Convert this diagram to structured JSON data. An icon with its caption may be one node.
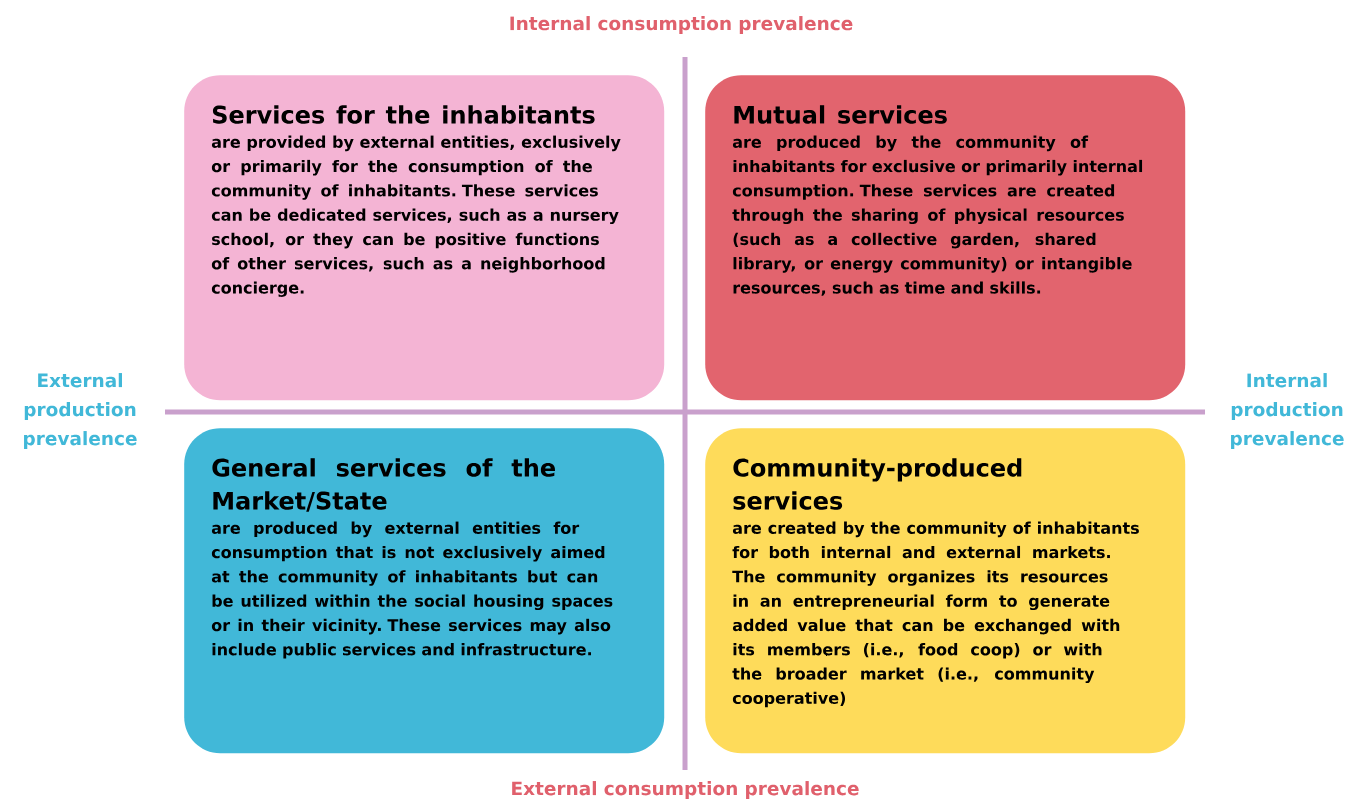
{
  "diagram": {
    "nodes": [
      {
        "text": [
          "Services for the inhabitants",
          "are provided by external entities, exclusively or primarily for the consumption of the community of inhabitants. These services can be dedicated services, such as a nursery school, or they can be positive functions of other services, such as a neighborhood concierge."
        ]
      },
      {
        "text": [
          "Mutual services",
          "are produced by the community of inhabitants for exclusive or primarily internal consumption. These services are created through the sharing of physical resources (such as a collective garden, shared library, or energy community) or intangible resources, such as time and skills."
        ]
      },
      {
        "text": [
          "General services of the Market/State",
          "are produced by external entities for consumption that is not exclusively aimed at the community of inhabitants but can be utilized within the social housing spaces or in their vicinity. These services may also include public services and infrastructure."
        ]
      },
      {
        "text": [
          "Community-produced services",
          "are created by the community of inhabitants for both internal and external markets. The community organizes its resources in an entrepreneurial form to generate added value that can be exchanged with its members (i.e., food coop) or with the broader market (i.e., community cooperative)"
        ]
      }
    ],
    "labels": [
      "Internal consumption prevalence",
      "External production prevalence",
      "Internal production prevalence",
      "External consumption prevalence"
    ]
  }
}
